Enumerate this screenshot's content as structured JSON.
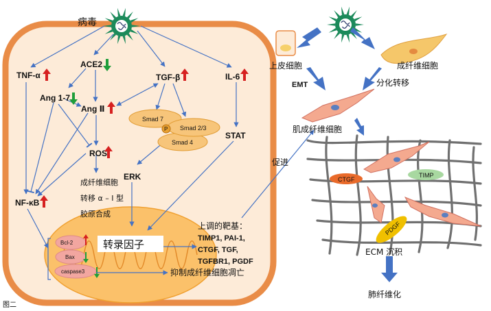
{
  "virus_label": "病毒",
  "mediators": {
    "tnf": "TNF-α",
    "ace2": "ACE2",
    "tgf": "TGF-β",
    "il6": "IL-6",
    "ang17": "Ang 1-7",
    "ang2": "Ang Ⅱ",
    "ros": "ROS",
    "smad7": "Smad 7",
    "smad23": "Smad 2/3",
    "smad4": "Smad 4",
    "p": "P",
    "stat": "STAT",
    "erk": "ERK",
    "nfkb": "NF-κB"
  },
  "fibro_text": [
    "成纤维细胞",
    "转移 α – Ⅰ 型",
    "胶原合成"
  ],
  "nucleus": {
    "tf": "转录因子",
    "bcl2": "Bcl-2",
    "bax": "Bax",
    "caspase3": "caspase3"
  },
  "targets": {
    "title": "上调的靶基：",
    "line1": "TIMP1, PAI-1,",
    "line2": "CTGF, TGF,",
    "line3": "TGFBR1, PGDF"
  },
  "apoptosis": "抑制成纤维细胞凋亡",
  "right": {
    "epithelial": "上皮细胞",
    "fibroblast": "成纤维细胞",
    "emt": "EMT",
    "diff": "分化转移",
    "myofibroblast": "肌成纤维细胞",
    "promote": "促进",
    "ctgf": "CTGF",
    "timp": "TIMP",
    "pdgf": "PDGF",
    "ecm": "ECM 沉积",
    "fibrosis": "肺纤维化"
  },
  "figure_label": "图二",
  "colors": {
    "cell_fill": "#fdebd8",
    "cell_border": "#e98c47",
    "arrow_blue": "#4472c4",
    "up_red": "#d62020",
    "down_green": "#1f9d3a",
    "virus_green": "#1b8a5a",
    "fiber_gray": "#707070",
    "myofibroblast_fill": "#f4a98f"
  }
}
